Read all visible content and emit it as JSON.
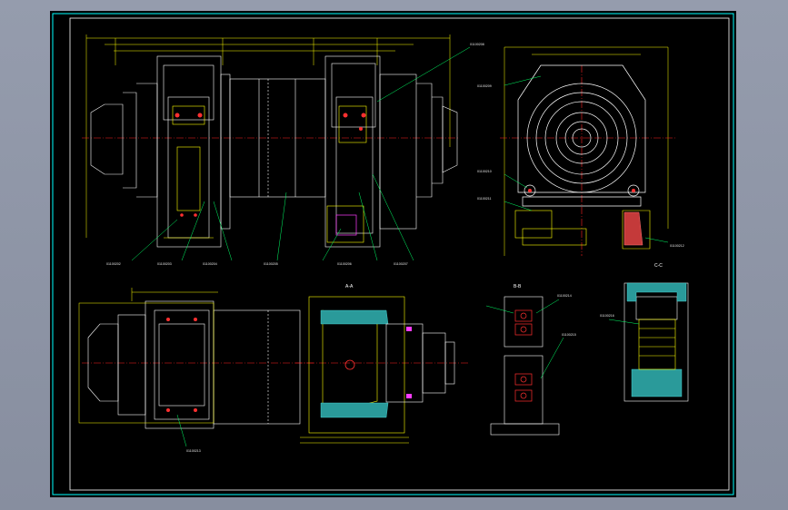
{
  "drawing": {
    "views": {
      "section_aa": {
        "title": "A-A"
      },
      "section_bb": {
        "title": "B-B"
      },
      "section_cc": {
        "title": "C-C"
      }
    },
    "part_callouts": [
      "01100202",
      "01100203",
      "01100204",
      "01100205",
      "01100206",
      "01100207",
      "01100208",
      "01100209",
      "01100210",
      "01100211",
      "01100212",
      "01100213",
      "01100214",
      "01100215",
      "01100216"
    ]
  }
}
